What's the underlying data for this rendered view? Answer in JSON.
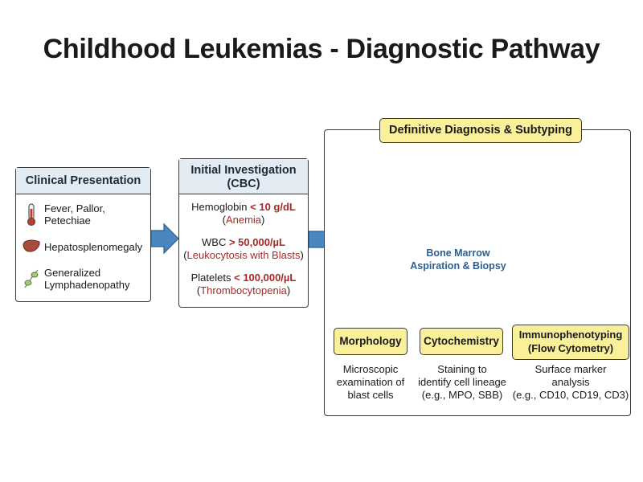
{
  "title": "Childhood Leukemias - Diagnostic Pathway",
  "clinical": {
    "header": "Clinical Presentation",
    "items": [
      {
        "icon": "thermometer-icon",
        "text": "Fever, Pallor,\nPetechiae"
      },
      {
        "icon": "liver-icon",
        "text": "Hepatosplenomegaly"
      },
      {
        "icon": "lymph-node-icon",
        "text": "Generalized\nLymphadenopathy"
      }
    ]
  },
  "cbc": {
    "header_line1": "Initial Investigation",
    "header_line2": "(CBC)",
    "hb": {
      "label": "Hemoglobin ",
      "value": "< 10 g/dL",
      "note_open": "(",
      "note": "Anemia",
      "note_close": ")"
    },
    "wbc": {
      "label": "WBC ",
      "value": "> 50,000/µL",
      "note_open": "(",
      "note": "Leukocytosis with Blasts",
      "note_close": ")"
    },
    "plt": {
      "label": "Platelets ",
      "value": "< 100,000/µL",
      "note_open": "(",
      "note": "Thrombocytopenia",
      "note_close": ")"
    }
  },
  "diagnosis": {
    "header": "Definitive Diagnosis & Subtyping",
    "procedure_line1": "Bone Marrow",
    "procedure_line2": "Aspiration & Biopsy",
    "methods": [
      {
        "name": "Morphology",
        "desc": "Microscopic\nexamination of\nblast cells"
      },
      {
        "name": "Cytochemistry",
        "desc": "Staining to\nidentify cell lineage\n(e.g., MPO, SBB)"
      },
      {
        "name_line1": "Immunophenotyping",
        "name_line2": "(Flow Cytometry)",
        "desc": "Surface marker\nanalysis\n(e.g., CD10, CD19, CD3)"
      }
    ]
  },
  "colors": {
    "header_fill": "#e3ebf3",
    "tag_fill": "#fbf09a",
    "arrow_blue": "#4a86c0",
    "emphasis_red": "#a82a26",
    "label_blue": "#2d5f8f"
  }
}
